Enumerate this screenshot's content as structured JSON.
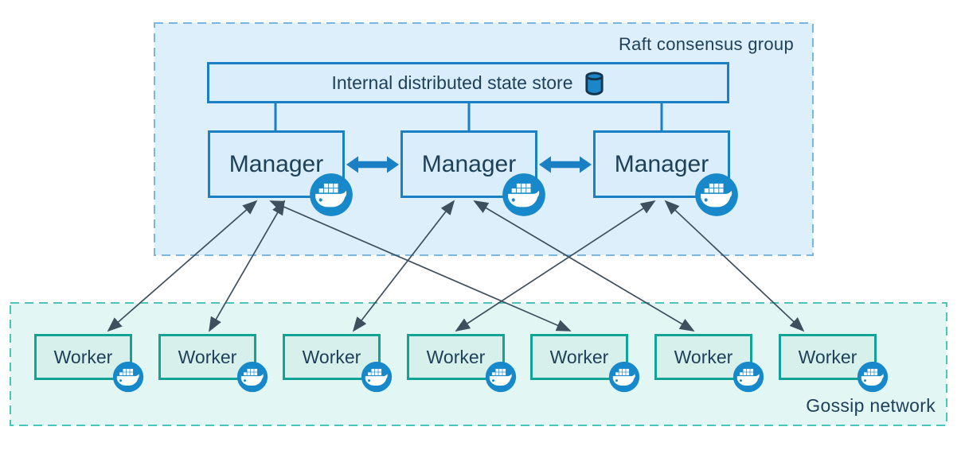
{
  "raft_group": {
    "label": "Raft consensus group",
    "state_store": {
      "label": "Internal distributed state store",
      "icon": "database-icon"
    },
    "managers": [
      {
        "label": "Manager",
        "icon": "docker-whale-icon"
      },
      {
        "label": "Manager",
        "icon": "docker-whale-icon"
      },
      {
        "label": "Manager",
        "icon": "docker-whale-icon"
      }
    ]
  },
  "gossip_network": {
    "label": "Gossip network",
    "workers": [
      {
        "label": "Worker",
        "icon": "docker-whale-icon"
      },
      {
        "label": "Worker",
        "icon": "docker-whale-icon"
      },
      {
        "label": "Worker",
        "icon": "docker-whale-icon"
      },
      {
        "label": "Worker",
        "icon": "docker-whale-icon"
      },
      {
        "label": "Worker",
        "icon": "docker-whale-icon"
      },
      {
        "label": "Worker",
        "icon": "docker-whale-icon"
      },
      {
        "label": "Worker",
        "icon": "docker-whale-icon"
      }
    ]
  },
  "connections": {
    "manager_to_manager": "bidirectional thick arrows",
    "manager_worker_pairs": [
      "M1-W1",
      "M1-W2",
      "M1-W5",
      "M2-W3",
      "M2-W6",
      "M3-W4",
      "M3-W7"
    ]
  },
  "colors": {
    "manager_fill": "#d9edfb",
    "manager_border": "#1b7fc4",
    "raft_fill": "#ddeffb",
    "raft_border": "#79b6e2",
    "worker_fill": "#d7f0ec",
    "worker_border": "#12a296",
    "gossip_fill": "#e2f6f3",
    "gossip_border": "#49c5ba",
    "docker_blue": "#1789cb",
    "text": "#1e4059",
    "thin_arrow": "#3e4f5e"
  }
}
